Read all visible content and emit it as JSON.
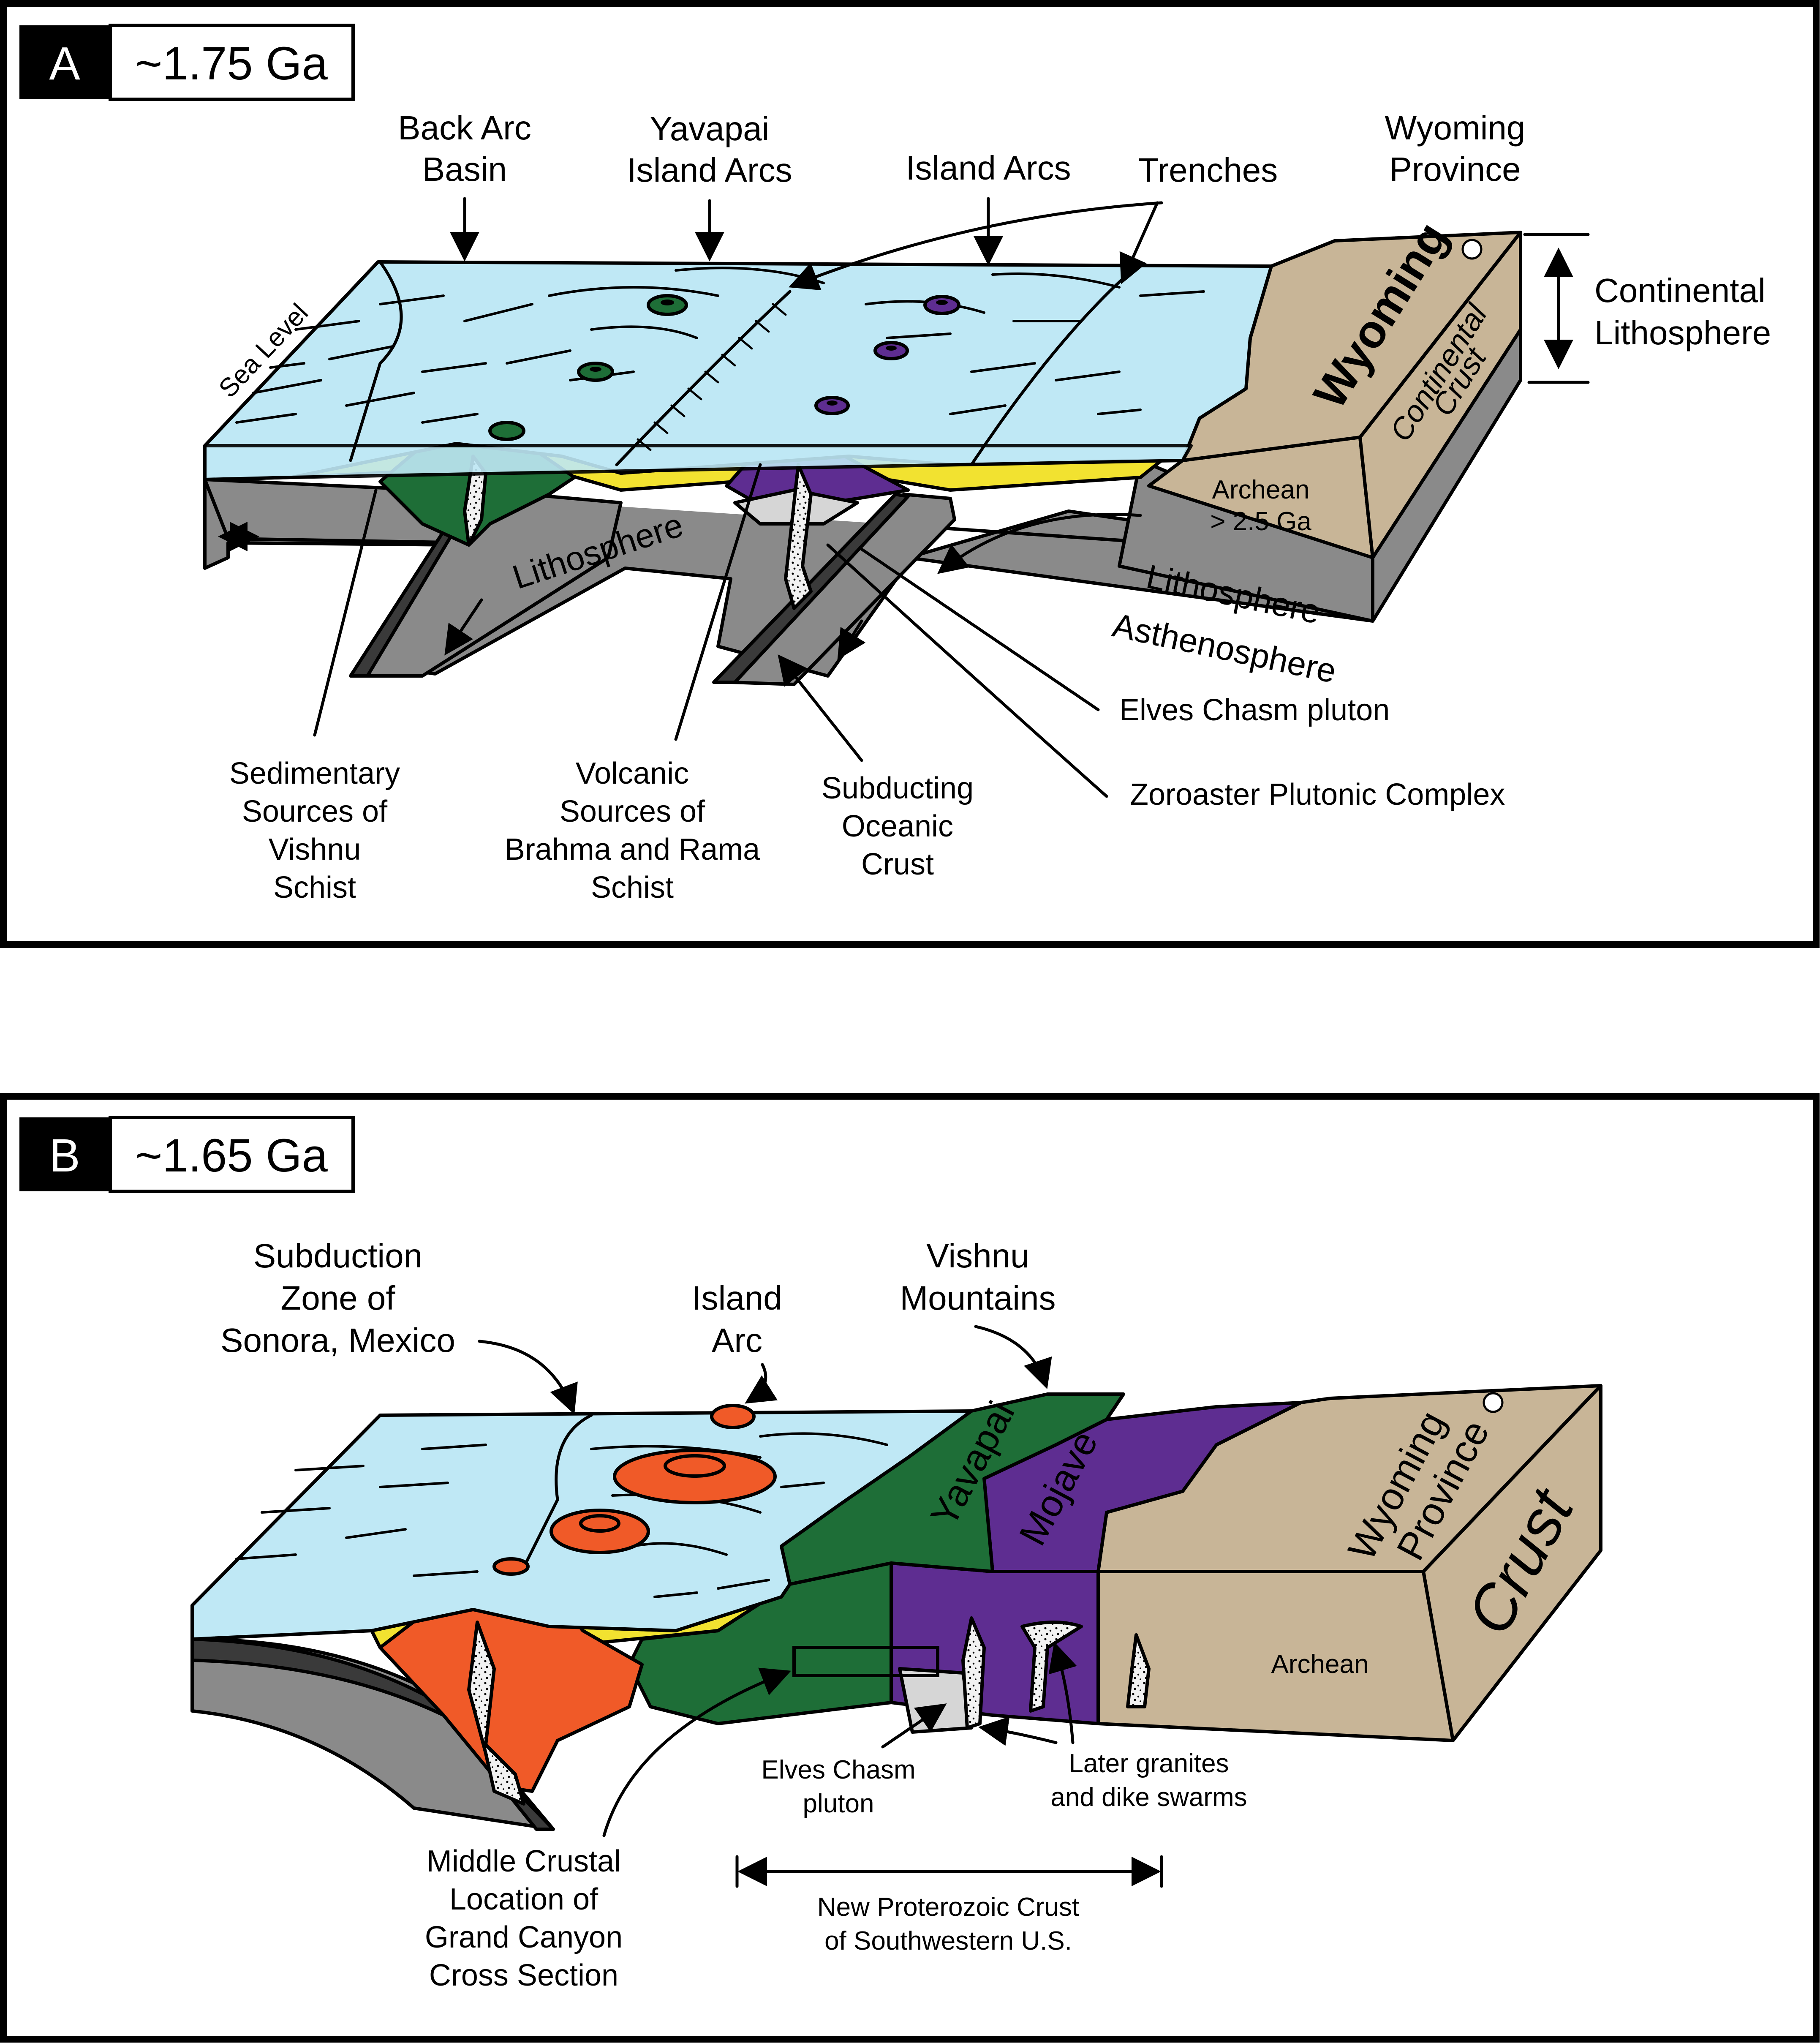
{
  "colors": {
    "water": "#bfe8f5",
    "lithosphere": "#8a8a8a",
    "lithosphere_dark": "#3a3a3a",
    "continent": "#c8b597",
    "yavapai_green": "#1e6e37",
    "mojave_purple": "#5e2d91",
    "sediment_yellow": "#f2e230",
    "island_arc_orange": "#f05a28",
    "pluton_gray": "#d6d6d6",
    "tag_black": "#000000"
  },
  "panel_a": {
    "tag": "A",
    "age": "~1.75 Ga",
    "labels": {
      "back_arc_basin": [
        "Back Arc",
        "Basin"
      ],
      "yavapai_island_arcs": [
        "Yavapai",
        "Island Arcs"
      ],
      "island_arcs": "Island Arcs",
      "trenches": "Trenches",
      "wyoming_province": [
        "Wyoming",
        "Province"
      ],
      "continental_lithosphere": [
        "Continental",
        "Lithosphere"
      ],
      "sea_level": "Sea Level",
      "wyoming": "Wyoming",
      "continental_crust": [
        "Continental",
        "Crust"
      ],
      "archean": [
        "Archean",
        "> 2.5 Ga"
      ],
      "lithosphere_left": "Lithosphere",
      "lithosphere_right": "Lithosphere",
      "asthenosphere": "Asthenosphere",
      "elves_chasm": "Elves Chasm pluton",
      "zoroaster": "Zoroaster Plutonic Complex",
      "sedimentary_sources": [
        "Sedimentary",
        "Sources of",
        "Vishnu",
        "Schist"
      ],
      "volcanic_sources": [
        "Volcanic",
        "Sources of",
        "Brahma and Rama",
        "Schist"
      ],
      "subducting_crust": [
        "Subducting",
        "Oceanic",
        "Crust"
      ]
    }
  },
  "panel_b": {
    "tag": "B",
    "age": "~1.65 Ga",
    "labels": {
      "subduction_zone": [
        "Subduction",
        "Zone of",
        "Sonora, Mexico"
      ],
      "island_arc": [
        "Island",
        "Arc"
      ],
      "vishnu_mountains": [
        "Vishnu",
        "Mountains"
      ],
      "yavapai": "Yavapai",
      "mojave": "Mojave",
      "wyoming_province": [
        "Wyoming",
        "Province"
      ],
      "crust": "Crust",
      "archean": "Archean",
      "elves_chasm": [
        "Elves Chasm",
        "pluton"
      ],
      "later_granites": [
        "Later granites",
        "and dike swarms"
      ],
      "middle_crustal": [
        "Middle Crustal",
        "Location of",
        "Grand Canyon",
        "Cross Section"
      ],
      "new_crust": [
        "New Proterozoic Crust",
        "of Southwestern U.S."
      ]
    }
  }
}
